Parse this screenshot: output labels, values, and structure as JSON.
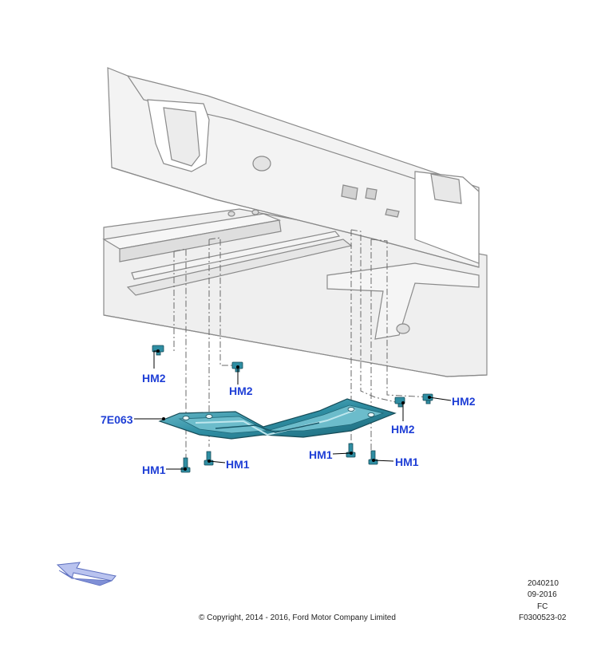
{
  "callouts": {
    "hm2_left": "HM2",
    "hm2_mid": "HM2",
    "hm2_right_upper": "HM2",
    "hm2_right_lower": "HM2",
    "part_7e063": "7E063",
    "hm1_a": "HM1",
    "hm1_b": "HM1",
    "hm1_c": "HM1",
    "hm1_d": "HM1"
  },
  "footer": {
    "copyright": "© Copyright, 2014 - 2016, Ford Motor Company Limited",
    "code": "2040210",
    "date": "09-2016",
    "region": "FC",
    "figure_id": "F0300523-02"
  },
  "colors": {
    "callout": "#1f3fd6",
    "part_fill": "#2e8fa3",
    "frame_fill": "#f2f2f2",
    "frame_stroke": "#8a8a8a"
  },
  "icons": [
    "front-direction-arrow-icon"
  ]
}
